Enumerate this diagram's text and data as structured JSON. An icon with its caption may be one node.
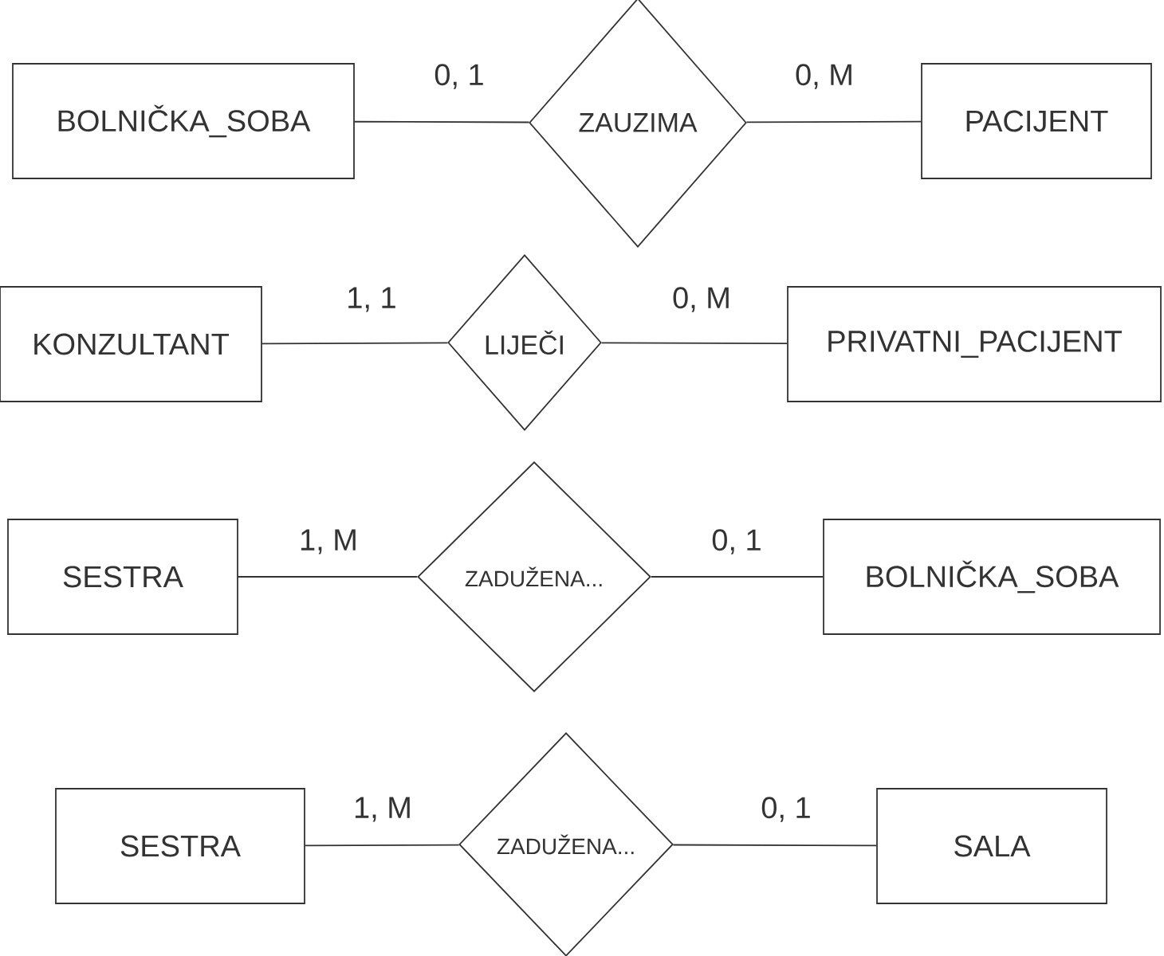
{
  "diagram": {
    "nodes": [
      {
        "text": [
          "BOLNIČKA_SOBA"
        ]
      },
      {
        "text": [
          "ZAUZIMA"
        ]
      },
      {
        "text": [
          "PACIJENT"
        ]
      },
      {
        "text": [
          "KONZULTANT"
        ]
      },
      {
        "text": [
          "LIJEČI"
        ]
      },
      {
        "text": [
          "PRIVATNI_PACIJENT"
        ]
      },
      {
        "text": [
          "SESTRA"
        ]
      },
      {
        "text": [
          "ZADUŽENA..."
        ]
      },
      {
        "text": [
          "BOLNIČKA_SOBA"
        ]
      },
      {
        "text": [
          "SESTRA"
        ]
      },
      {
        "text": [
          "ZADUŽENA..."
        ]
      },
      {
        "text": [
          "SALA"
        ]
      }
    ],
    "edges": [
      {
        "from": 0,
        "to": 1,
        "arrow": "none",
        "label": "0, 1"
      },
      {
        "from": 1,
        "to": 2,
        "arrow": "none",
        "label": "0, M"
      },
      {
        "from": 3,
        "to": 4,
        "arrow": "none",
        "label": "1, 1"
      },
      {
        "from": 4,
        "to": 5,
        "arrow": "none",
        "label": "0, M"
      },
      {
        "from": 6,
        "to": 7,
        "arrow": "none",
        "label": "1, M"
      },
      {
        "from": 7,
        "to": 8,
        "arrow": "none",
        "label": "0, 1"
      },
      {
        "from": 9,
        "to": 10,
        "arrow": "none",
        "label": "1, M"
      },
      {
        "from": 10,
        "to": 11,
        "arrow": "none",
        "label": "0, 1"
      }
    ]
  }
}
